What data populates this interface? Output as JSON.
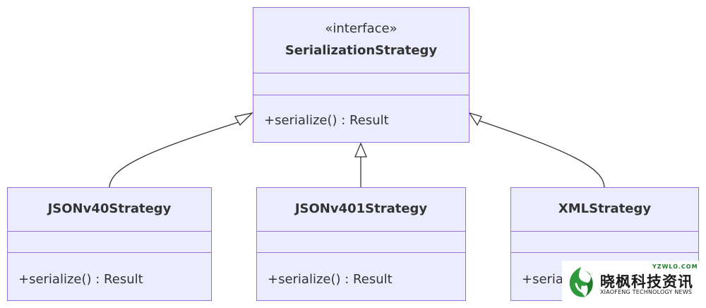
{
  "diagram": {
    "interface": {
      "stereotype": "«interface»",
      "name": "SerializationStrategy",
      "method": "+serialize() : Result"
    },
    "classes": [
      {
        "name": "JSONv40Strategy",
        "method": "+serialize() : Result"
      },
      {
        "name": "JSONv401Strategy",
        "method": "+serialize() : Result"
      },
      {
        "name": "XMLStrategy",
        "method": "+serialize() : Result"
      }
    ]
  },
  "watermark": {
    "url": "YZWLO.COM",
    "name": "晓枫科技资讯",
    "subtitle": "XIAOFENG TECHNOLOGY NEWS"
  },
  "colors": {
    "box_fill": "#ECECFF",
    "box_border": "#9370DB",
    "edge": "#333333",
    "text": "#333333"
  }
}
